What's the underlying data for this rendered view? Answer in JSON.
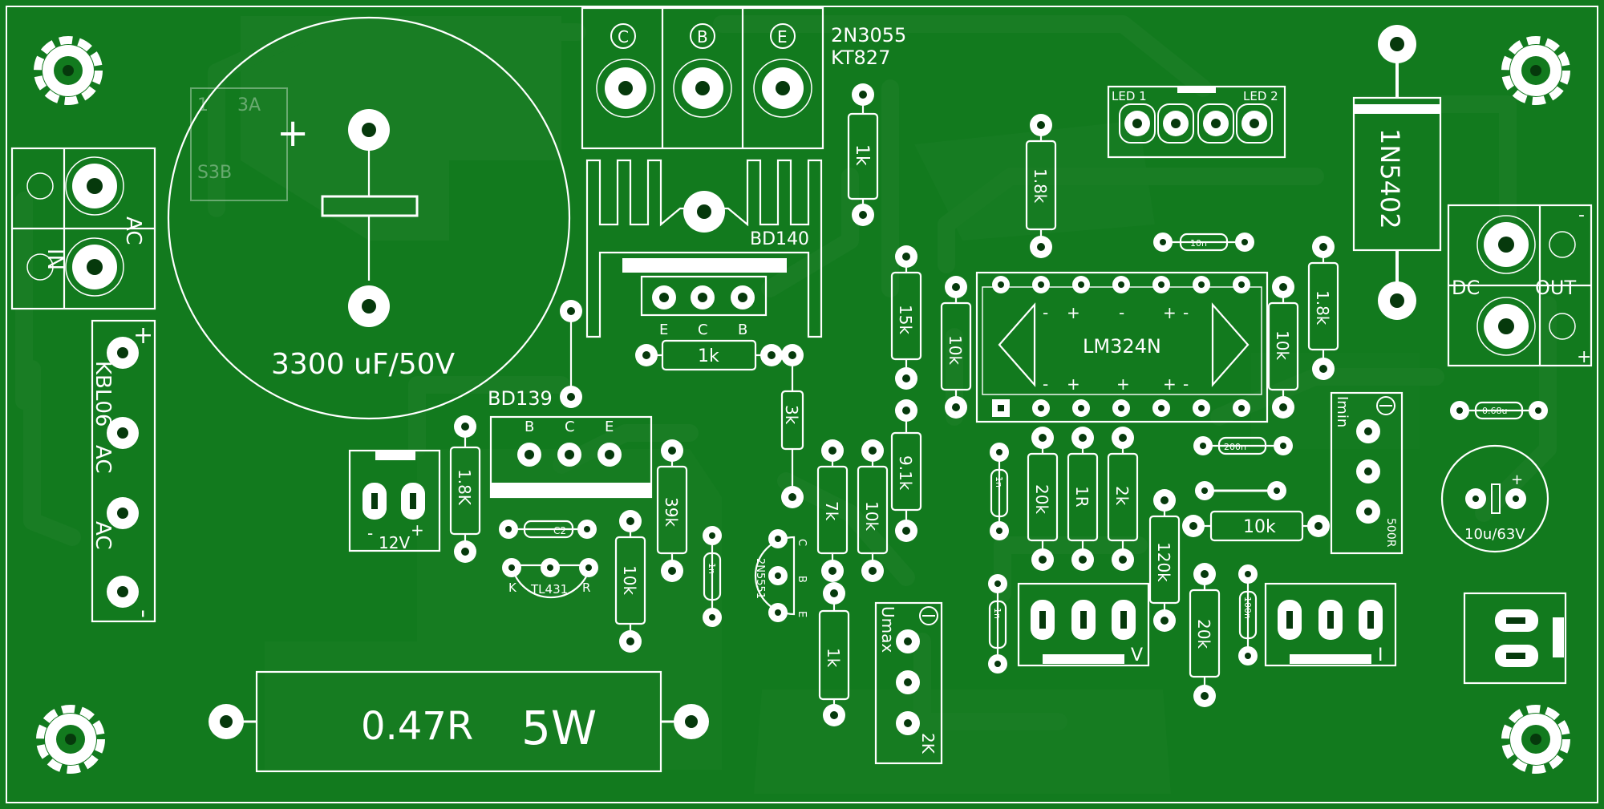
{
  "colors": {
    "board": "#127a1e",
    "copper_fill": "#197d24",
    "gap": "#0b5a16",
    "silk": "#ffffff"
  },
  "labels": {
    "cap_main": "3300 uF/50V",
    "cap_plus": "+",
    "bridge": "KBL06",
    "bridge_ac1": "AC",
    "bridge_ac2": "AC",
    "bridge_plus": "+",
    "bridge_minus": "-",
    "in_label": "IN",
    "in_ac": "AC",
    "fuse_ghost1": "1",
    "fuse_ghost2": "3A",
    "fuse_ghost3": "S3B",
    "transistor_main1": "2N3055",
    "transistor_main2": "KT827",
    "pin_c": "C",
    "pin_b": "B",
    "pin_e": "E",
    "bd140": "BD140",
    "bd139": "BD139",
    "bd140_pins": [
      "E",
      "C",
      "B"
    ],
    "bd139_pins": [
      "B",
      "C",
      "E"
    ],
    "r_1k_top": "1k",
    "r_1k_bd140": "1k",
    "r_3k": "3k",
    "r_1_8k_top": "1.8k",
    "r_1_8k_left": "1.8K",
    "r_1_8k_right": "1.8k",
    "r_15k": "15k",
    "r_10k_a": "10k",
    "r_10k_b": "10k",
    "r_10k_c": "10k",
    "r_10k_d": "10k",
    "r_10k_e": "10k",
    "r_9_1k": "9.1k",
    "r_7k": "7k",
    "r_39k": "39k",
    "r_1k_bottom": "1k",
    "r_20k_a": "20k",
    "r_1r": "1R",
    "r_2k": "2k",
    "r_120k": "120k",
    "r_20k_b": "20k",
    "ic": "LM324N",
    "led1": "LED 1",
    "led2": "LED 2",
    "diode": "1N5402",
    "dc": "DC",
    "out": "OUT",
    "dc_minus": "-",
    "dc_plus": "+",
    "imin": "Imin",
    "imin_val": "500R",
    "umax": "Umax",
    "umax_val": "2K",
    "cap_out": "10u/63V",
    "cap_out_plus": "+",
    "power_res": "0.47R",
    "power_w": "5W",
    "reg_12v": "12V",
    "reg_minus": "-",
    "reg_plus": "+",
    "tl431": "TL431",
    "tl431_k": "K",
    "tl431_r": "R",
    "q_2n5551": "2N5551",
    "q_c": "C",
    "q_b": "B",
    "q_e": "E",
    "pot_v": "V",
    "pot_i": "I",
    "c2": "C2",
    "c_tiny": [
      "1n",
      "10n",
      "200n",
      "0.68u",
      "1n",
      "1n",
      "100n"
    ]
  }
}
